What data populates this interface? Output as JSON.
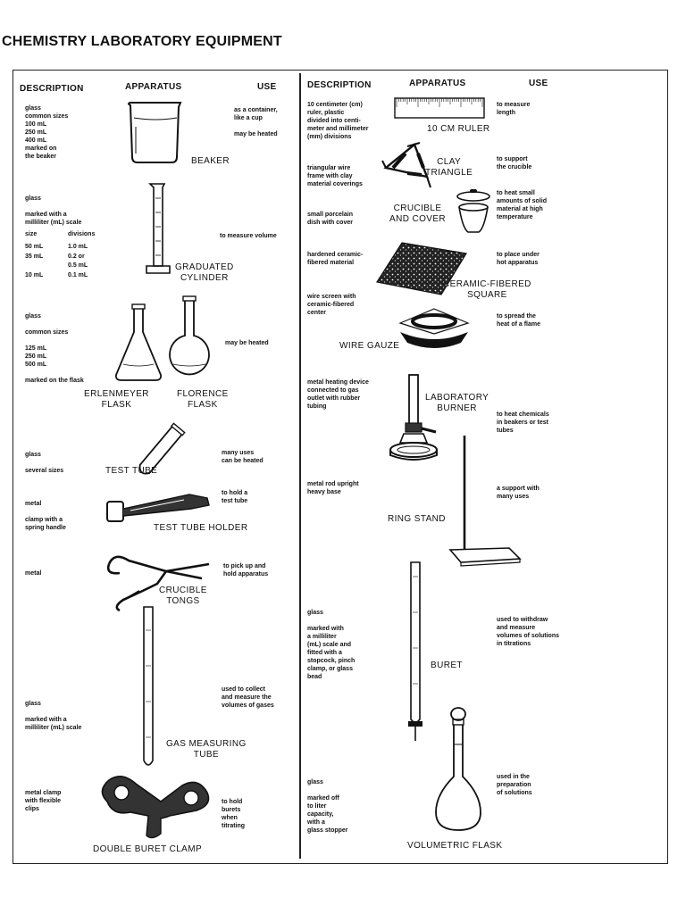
{
  "title": "CHEMISTRY LABORATORY EQUIPMENT",
  "headers": {
    "left": {
      "description": "DESCRIPTION",
      "apparatus": "APPARATUS",
      "use": "USE"
    },
    "right": {
      "description": "DESCRIPTION",
      "apparatus": "APPARATUS",
      "use": "USE"
    }
  },
  "beaker": {
    "desc": [
      "glass",
      "common sizes",
      "100 mL",
      "250 mL",
      "400 mL",
      "marked on",
      "the beaker"
    ],
    "name": [
      "BEAKER"
    ],
    "use": [
      "as a container,",
      "like a cup",
      "",
      "may be heated"
    ]
  },
  "graduated_cylinder": {
    "desc": [
      "glass",
      "",
      "marked with a",
      "milliliter (mL) scale"
    ],
    "table": {
      "head": [
        "size",
        "divisions"
      ],
      "rows": [
        [
          "50 mL",
          "1.0 mL"
        ],
        [
          "35 mL",
          "0.2 or"
        ],
        [
          "",
          "0.5 mL"
        ],
        [
          "10 mL",
          "0.1 mL"
        ]
      ]
    },
    "name": [
      "GRADUATED",
      "CYLINDER"
    ],
    "use": [
      "to measure volume"
    ]
  },
  "flasks": {
    "desc": [
      "glass",
      "",
      "common sizes",
      "",
      "125 mL",
      "250 mL",
      "500 mL",
      "",
      "marked on the flask"
    ],
    "use": [
      "may be heated"
    ],
    "erlenmeyer_name": [
      "ERLENMEYER",
      "FLASK"
    ],
    "florence_name": [
      "FLORENCE",
      "FLASK"
    ]
  },
  "test_tube": {
    "desc": [
      "glass",
      "",
      "several sizes"
    ],
    "name": [
      "TEST TUBE"
    ],
    "use": [
      "many uses",
      "can be heated"
    ]
  },
  "test_tube_holder": {
    "desc": [
      "metal",
      "",
      "clamp with a",
      "spring handle"
    ],
    "name": [
      "TEST TUBE HOLDER"
    ],
    "use": [
      "to hold a",
      "test tube"
    ]
  },
  "crucible_tongs": {
    "desc": [
      "metal"
    ],
    "name": [
      "CRUCIBLE",
      "TONGS"
    ],
    "use": [
      "to pick up and",
      "hold apparatus"
    ]
  },
  "gas_measuring_tube": {
    "desc": [
      "glass",
      "",
      "marked with a",
      "milliliter (mL) scale"
    ],
    "name": [
      "GAS MEASURING",
      "TUBE"
    ],
    "use": [
      "used to collect",
      "and measure the",
      "volumes of gases"
    ]
  },
  "double_buret_clamp": {
    "desc": [
      "metal clamp",
      "with flexible",
      "clips"
    ],
    "name": [
      "DOUBLE BURET CLAMP"
    ],
    "use": [
      "to hold",
      "burets",
      "when",
      "titrating"
    ]
  },
  "ruler": {
    "desc": [
      "10 centimeter (cm)",
      "ruler, plastic",
      "divided into centi-",
      "meter and millimeter",
      "(mm) divisions"
    ],
    "name": [
      "10 CM RULER"
    ],
    "use": [
      "to measure",
      "length"
    ]
  },
  "clay_triangle": {
    "desc": [
      "triangular wire",
      "frame with clay",
      "material coverings"
    ],
    "name": [
      "CLAY",
      "TRIANGLE"
    ],
    "use": [
      "to support",
      "the crucible"
    ]
  },
  "crucible_cover": {
    "desc": [
      "small porcelain",
      "dish with cover"
    ],
    "name": [
      "CRUCIBLE",
      "AND COVER"
    ],
    "use": [
      "to heat small",
      "amounts of solid",
      "material at high",
      "temperature"
    ]
  },
  "ceramic_square": {
    "desc": [
      "hardened ceramic-",
      "fibered material"
    ],
    "name": [
      "CERAMIC-FIBERED",
      "SQUARE"
    ],
    "use": [
      "to place under",
      "hot apparatus"
    ]
  },
  "wire_gauze": {
    "desc": [
      "wire screen with",
      "ceramic-fibered",
      "center"
    ],
    "name": [
      "WIRE GAUZE"
    ],
    "use": [
      "to spread the",
      "heat of a flame"
    ]
  },
  "burner": {
    "desc": [
      "metal heating device",
      "connected to gas",
      "outlet with rubber",
      "tubing"
    ],
    "name": [
      "LABORATORY",
      "BURNER"
    ],
    "use": [
      "to heat chemicals",
      "in beakers or test",
      "tubes"
    ]
  },
  "ring_stand": {
    "desc": [
      "metal rod upright",
      "heavy base"
    ],
    "name": [
      "RING STAND"
    ],
    "use": [
      "a support with",
      "many uses"
    ]
  },
  "buret": {
    "desc": [
      "glass",
      "",
      "marked with",
      "a milliliter",
      "(mL) scale and",
      "fitted with a",
      "stopcock, pinch",
      "clamp, or glass",
      "bead"
    ],
    "name": [
      "BURET"
    ],
    "use": [
      "used to withdraw",
      "and measure",
      "volumes of solutions",
      "in titrations"
    ]
  },
  "volumetric_flask": {
    "desc": [
      "glass",
      "",
      "marked off",
      "to liter",
      "capacity,",
      "with a",
      "glass stopper"
    ],
    "name": [
      "VOLUMETRIC FLASK"
    ],
    "use": [
      "used in the",
      "preparation",
      "of solutions"
    ]
  }
}
